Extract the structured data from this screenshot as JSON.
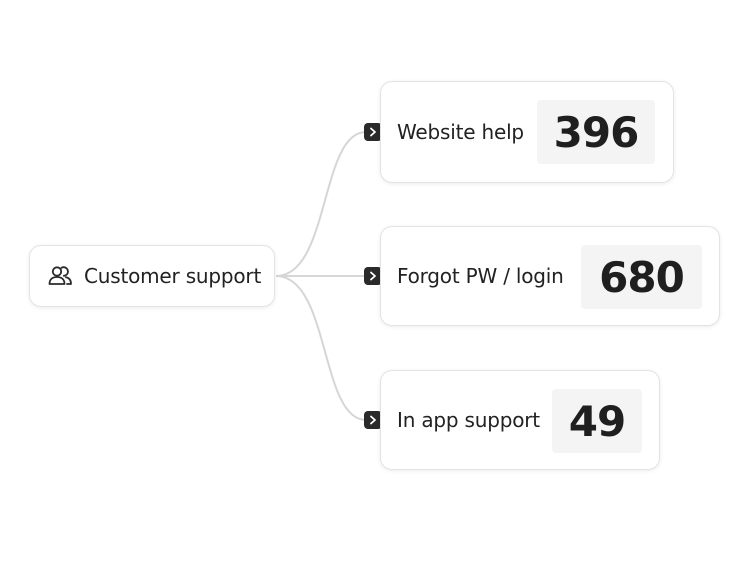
{
  "root": {
    "label": "Customer support",
    "icon": "users-icon"
  },
  "children": [
    {
      "label": "Website help",
      "count": "396"
    },
    {
      "label": "Forgot PW / login",
      "count": "680"
    },
    {
      "label": "In app support",
      "count": "49"
    }
  ],
  "colors": {
    "connector": "#d6d6d6",
    "chevron_bg": "#2a2a2a",
    "count_bg": "#f4f4f4",
    "text": "#222222"
  }
}
